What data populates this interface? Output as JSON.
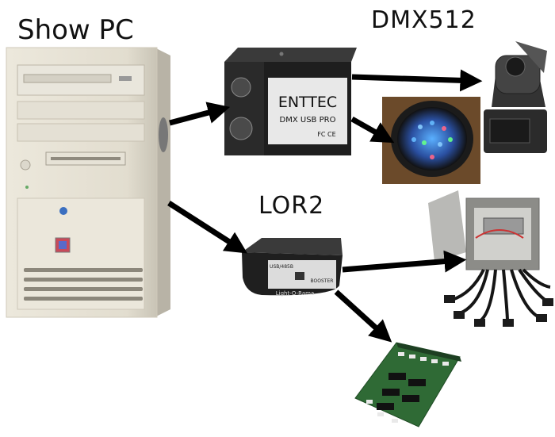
{
  "labels": {
    "show_pc": "Show PC",
    "dmx512": "DMX512",
    "lor2": "LOR2"
  },
  "device_text": {
    "enttec_brand": "ENTTEC",
    "enttec_model": "DMX USB PRO",
    "enttec_marks": "FC CE",
    "lor_side_left": "USB/485B",
    "lor_side_right": "BOOSTER",
    "lor_brand": "Light-O-Rama"
  },
  "colors": {
    "arrow": "#000000",
    "pc_body": "#e6e2d6",
    "dmx_box": "#1e1e1e",
    "enttec_label": "#e8e8e8",
    "pcb_green": "#2f6a35"
  },
  "icons": [
    "pc-tower-icon",
    "enttec-interface-icon",
    "moving-head-light-icon",
    "led-par-can-icon",
    "lor-adapter-icon",
    "controller-box-icon",
    "circuit-board-icon"
  ]
}
